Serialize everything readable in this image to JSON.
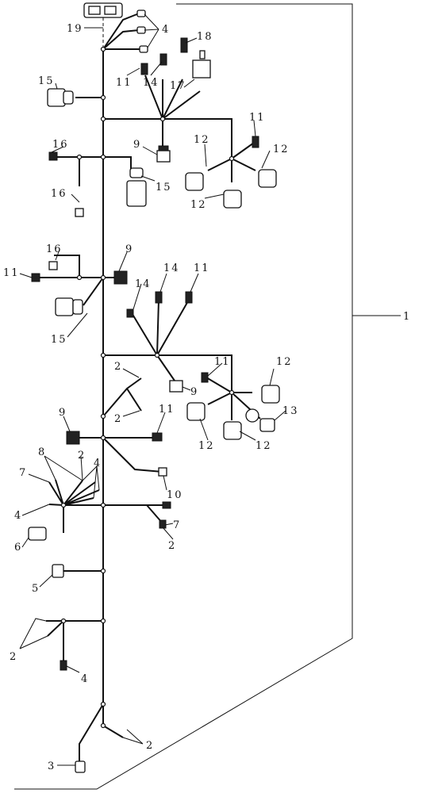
{
  "diagram": {
    "type": "wiring-harness-exploded-view",
    "callouts": {
      "c1": "1",
      "c2": "2",
      "c3": "3",
      "c4": "4",
      "c5": "5",
      "c6": "6",
      "c7": "7",
      "c8": "8",
      "c9": "9",
      "c10": "10",
      "c11": "11",
      "c12": "12",
      "c13": "13",
      "c14": "14",
      "c15": "15",
      "c16": "16",
      "c17": "17",
      "c18": "18",
      "c19": "19"
    }
  }
}
